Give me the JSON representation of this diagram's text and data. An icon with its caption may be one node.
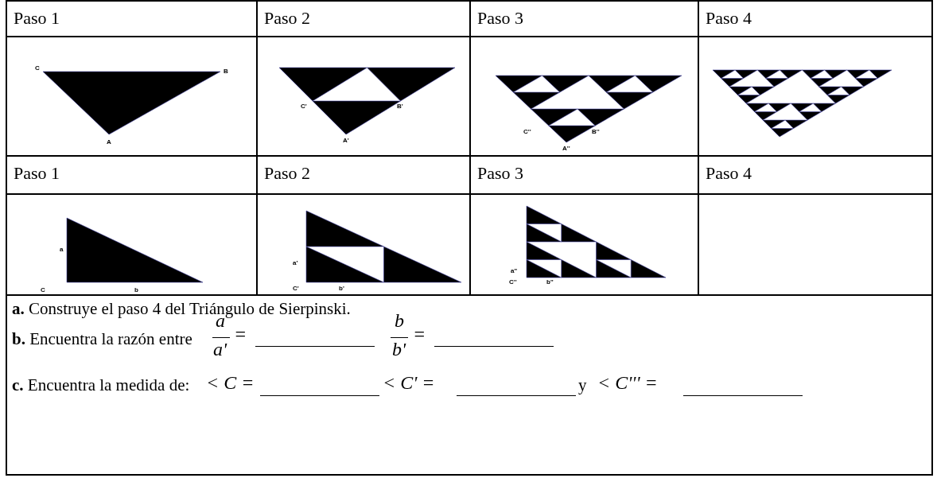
{
  "diagram": {
    "labels": [
      "Paso 1",
      "Paso 2",
      "Paso 3",
      "Paso 4",
      "C",
      "B",
      "A",
      "C'",
      "B'",
      "A'",
      "C''",
      "B''",
      "A''",
      "Paso 1",
      "Paso 2",
      "Paso 3",
      "Paso 4",
      "a",
      "C",
      "b",
      "a'",
      "C'",
      "b'",
      "a''",
      "C''",
      "b''",
      "**a.** Construye el paso 4 del Triángulo de Sierpinski.",
      "**b.** Encuentra la razón entre",
      "a",
      "a'",
      "=",
      "b",
      "b'",
      "=",
      "**c.** Encuentra la medida de:",
      "< C =",
      "< C' =",
      "y",
      "< C''' ="
    ]
  }
}
